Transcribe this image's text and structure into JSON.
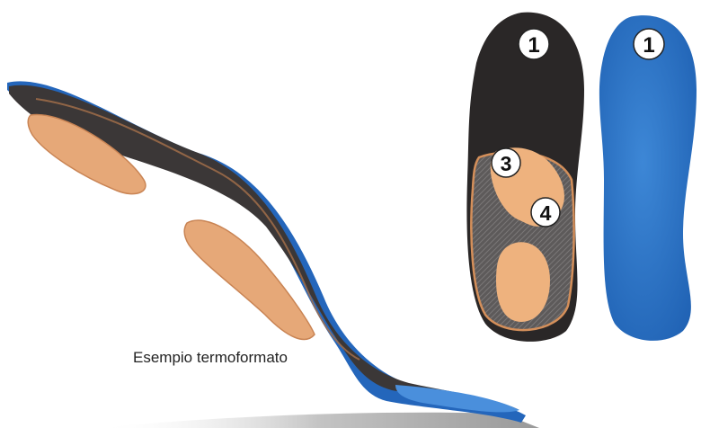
{
  "caption": "Esempio termoformato",
  "labels": {
    "top_left_insole": "1",
    "arch_zone": "3",
    "midfoot_zone": "4",
    "top_right_insole": "1"
  },
  "colors": {
    "leather": "#3a3636",
    "leather_dark": "#262323",
    "padding": "#e8a876",
    "padding_light": "#f1bf8f",
    "blue_base": "#2a6fc4",
    "blue_edge": "#1d5aa8",
    "shadow": "#b9b9b9"
  }
}
